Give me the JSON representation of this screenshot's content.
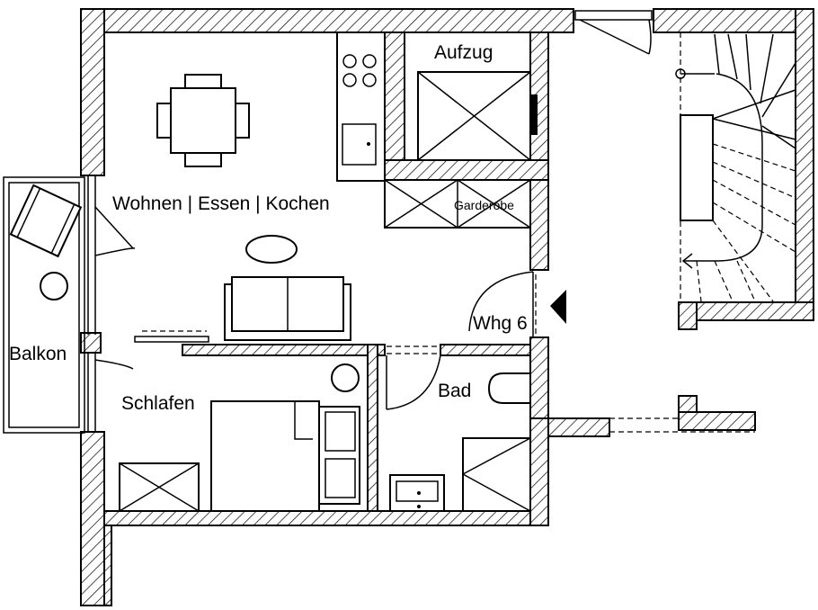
{
  "rooms": {
    "living": "Wohnen | Essen | Kochen",
    "elevator": "Aufzug",
    "wardrobe": "Garderobe",
    "balcony": "Balkon",
    "bedroom": "Schlafen",
    "bath": "Bad",
    "unit": "Whg 6"
  }
}
